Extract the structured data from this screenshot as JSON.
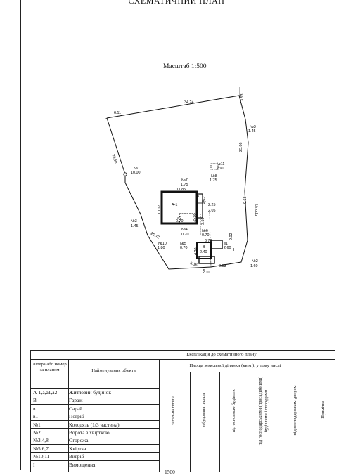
{
  "title": "СХЕМАТИЧНИЙ ПЛАН",
  "scale": "Масштаб 1:500",
  "plan": {
    "dims": [
      "34.24",
      "6.11",
      "3.53",
      "28.56",
      "25.86",
      "10.00",
      "9.68",
      "9.02",
      "8.03",
      "6.16",
      "6.70",
      "2.10",
      "11.85",
      "10.17",
      "2.05",
      "3.50",
      "4.30",
      "4.62",
      "2.25",
      "2.70",
      "1.80",
      "1.60",
      "1.45",
      "1.75",
      "2.90",
      "2.60",
      "2.40",
      "0.70",
      "1.45",
      "20.12",
      "1.75",
      "0.70",
      "0.70",
      "0.70"
    ],
    "labels": {
      "n1": "№1",
      "n2": "№2",
      "n3a": "№3",
      "n3b": "№3",
      "n4": "№4",
      "n5": "№5",
      "n6": "№6",
      "n7": "№7",
      "n8": "№8",
      "n10": "№10",
      "n11": "№11",
      "A1": "А-1",
      "a": "а",
      "a1": "а1",
      "a2": "а2",
      "v": "в",
      "B": "В",
      "I": "I",
      "road": "проїзд",
      "v1": "в1"
    }
  },
  "table": {
    "title": "Експлікація до схематичного плану",
    "col1_header": "Літера або номер за планом",
    "col2_header": "Найменування об'єкта",
    "area_header": "Площа земельної ділянки (кв.м.), у тому числі",
    "sub_headers": [
      "загальна площа",
      "забудована площа",
      "під основною будівлею",
      "під господарськими (присадибними) будівлями і спорудами",
      "під господарським двором"
    ],
    "note_header": "Примітка",
    "rows": [
      {
        "code": "А-1,а,а1,а2",
        "name": "Житловий будинок"
      },
      {
        "code": "В",
        "name": "Гараж"
      },
      {
        "code": "в",
        "name": "Сарай"
      },
      {
        "code": "в1",
        "name": "Погріб"
      },
      {
        "code": "№1",
        "name": "Колодязь (1/3 частина)"
      },
      {
        "code": "№2",
        "name": "Ворота з хвірткою"
      },
      {
        "code": "№3,4,8",
        "name": "Огорожа"
      },
      {
        "code": "№5,6,7",
        "name": "Хвіртка"
      },
      {
        "code": "№10,11",
        "name": "Вигріб"
      },
      {
        "code": "І",
        "name": "Вимощення"
      }
    ],
    "total_area": "1500"
  }
}
